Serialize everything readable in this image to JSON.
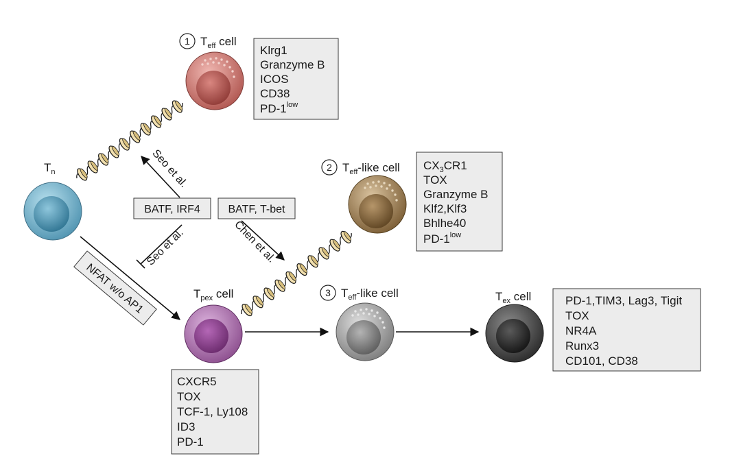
{
  "cells": {
    "tn": {
      "label": "T",
      "sub": "n"
    },
    "teff": {
      "num": "1",
      "label": "T",
      "sub": "eff",
      "suffix": " cell"
    },
    "teff_like_2": {
      "num": "2",
      "label": "T",
      "sub": "eff",
      "suffix": "-like cell"
    },
    "tpex": {
      "label": "T",
      "sub": "pex",
      "suffix": " cell"
    },
    "teff_like_3": {
      "num": "3",
      "label": "T",
      "sub": "eff",
      "suffix": "-like cell"
    },
    "tex": {
      "label": "T",
      "sub": "ex",
      "suffix": " cell"
    }
  },
  "boxes": {
    "teff": [
      "Klrg1",
      "Granzyme B",
      "ICOS",
      "CD38",
      "PD-1"
    ],
    "teff_pd1_sup": "low",
    "teff_like": [
      "CX",
      "TOX",
      "Granzyme B",
      "Klf2,Klf3",
      "Bhlhe40",
      "PD-1"
    ],
    "teff_like_cx": {
      "sub": "3",
      "rest": "CR1"
    },
    "teff_like_pd1_sup": "low",
    "tpex": [
      "CXCR5",
      "TOX",
      "TCF-1, Ly108",
      "ID3",
      "PD-1"
    ],
    "tex": [
      "PD-1,TIM3, Lag3, Tigit",
      "TOX",
      "NR4A",
      "Runx3",
      "CD101, CD38"
    ]
  },
  "factors": {
    "batf_irf4": "BATF, IRF4",
    "batf_tbet": "BATF, T-bet",
    "nfat": "NFAT w/o AP1"
  },
  "annotations": {
    "seo_upper": "Seo et al.",
    "seo_lower": "Seo et al.",
    "chen": "Chen et al."
  },
  "colors": {
    "tn": "#6fb2cc",
    "teff": "#c46a66",
    "teff_like": "#96764c",
    "tpex": "#9a5a9c",
    "teff_like_3": "#8e8e8e",
    "tex": "#3c3c3c"
  }
}
